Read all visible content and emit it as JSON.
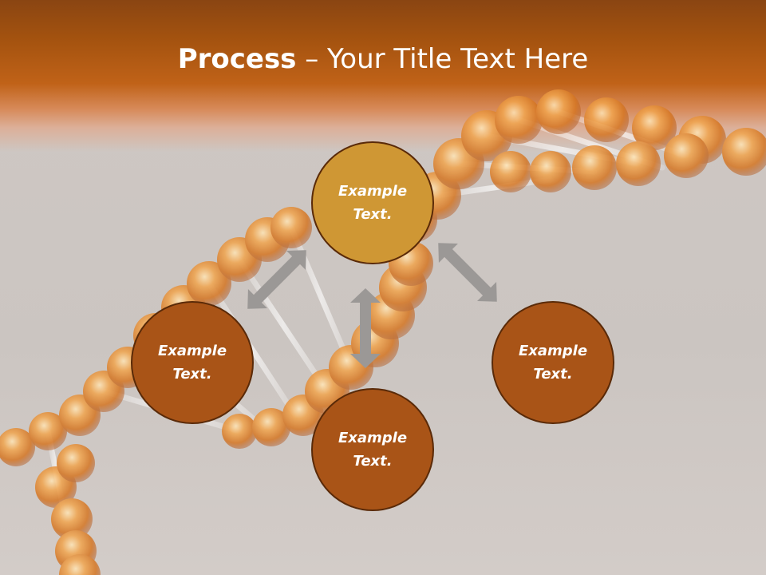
{
  "slide": {
    "title_bold": "Process",
    "title_rest": " – Your Title Text Here"
  },
  "nodes": {
    "top": "Example\nText.",
    "left": "Example\nText.",
    "right": "Example\nText.",
    "bottom": "Example\nText."
  },
  "colors": {
    "header": "#c06218",
    "background": "#cfc9c5",
    "node_gold": "#cf9734",
    "node_brown": "#a95417",
    "node_border": "#5a2a08",
    "arrow": "#9b9896"
  }
}
